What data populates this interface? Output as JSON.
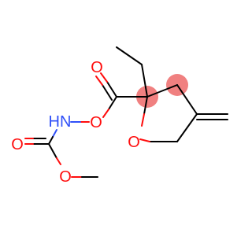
{
  "molecule": {
    "atoms": {
      "carbonyl_o_top": "O",
      "nh": "HN",
      "ester_o": "O",
      "ring_o": "O",
      "carbamate_o_double": "O",
      "carbamate_o_single": "O"
    },
    "colors": {
      "oxygen": "#ff0d0d",
      "nitrogen": "#3050f8",
      "bond": "#000000",
      "highlight": "#f08080"
    }
  }
}
